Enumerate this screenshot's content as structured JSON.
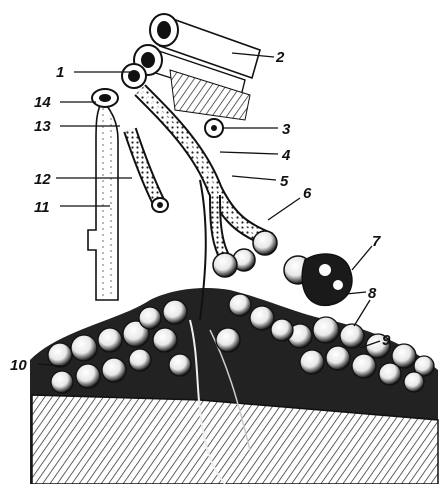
{
  "labels": {
    "l1": "1",
    "l2": "2",
    "l3": "3",
    "l4": "4",
    "l5": "5",
    "l6": "6",
    "l7": "7",
    "l8": "8",
    "l9": "9",
    "l10": "10",
    "l11": "11",
    "l12": "12",
    "l13": "13",
    "l14": "14"
  },
  "colors": {
    "ink": "#111111",
    "paper": "#ffffff",
    "tissue": "#2a2a2a"
  }
}
